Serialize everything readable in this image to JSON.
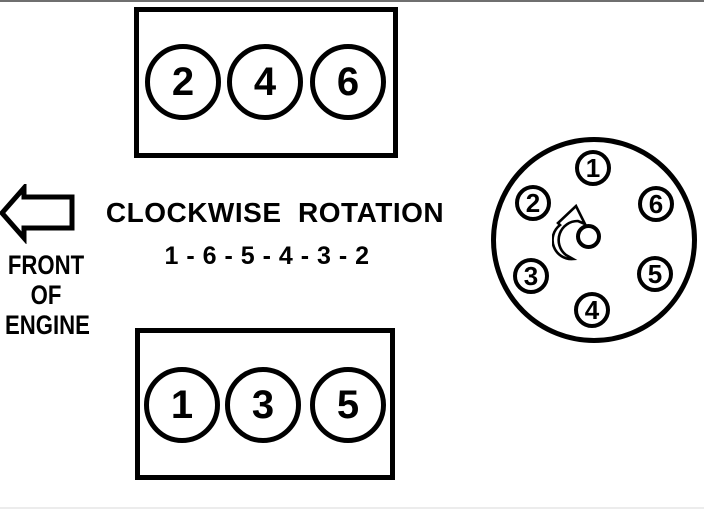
{
  "labels": {
    "rotation": "CLOCKWISE  ROTATION",
    "firing_order": "1 - 6 - 5 - 4 - 3 - 2",
    "front_line1": "FRONT",
    "front_line2": "OF",
    "front_line3": "ENGINE"
  },
  "top_bank": {
    "cylinders": [
      "2",
      "4",
      "6"
    ]
  },
  "bottom_bank": {
    "cylinders": [
      "1",
      "3",
      "5"
    ]
  },
  "distributor": {
    "positions": [
      "1",
      "2",
      "6",
      "3",
      "5",
      "4"
    ],
    "rotation_direction": "clockwise"
  },
  "colors": {
    "ink": "#000000",
    "background": "#ffffff",
    "top_rule": "#6f6f6f",
    "bottom_rule": "#ececec"
  }
}
